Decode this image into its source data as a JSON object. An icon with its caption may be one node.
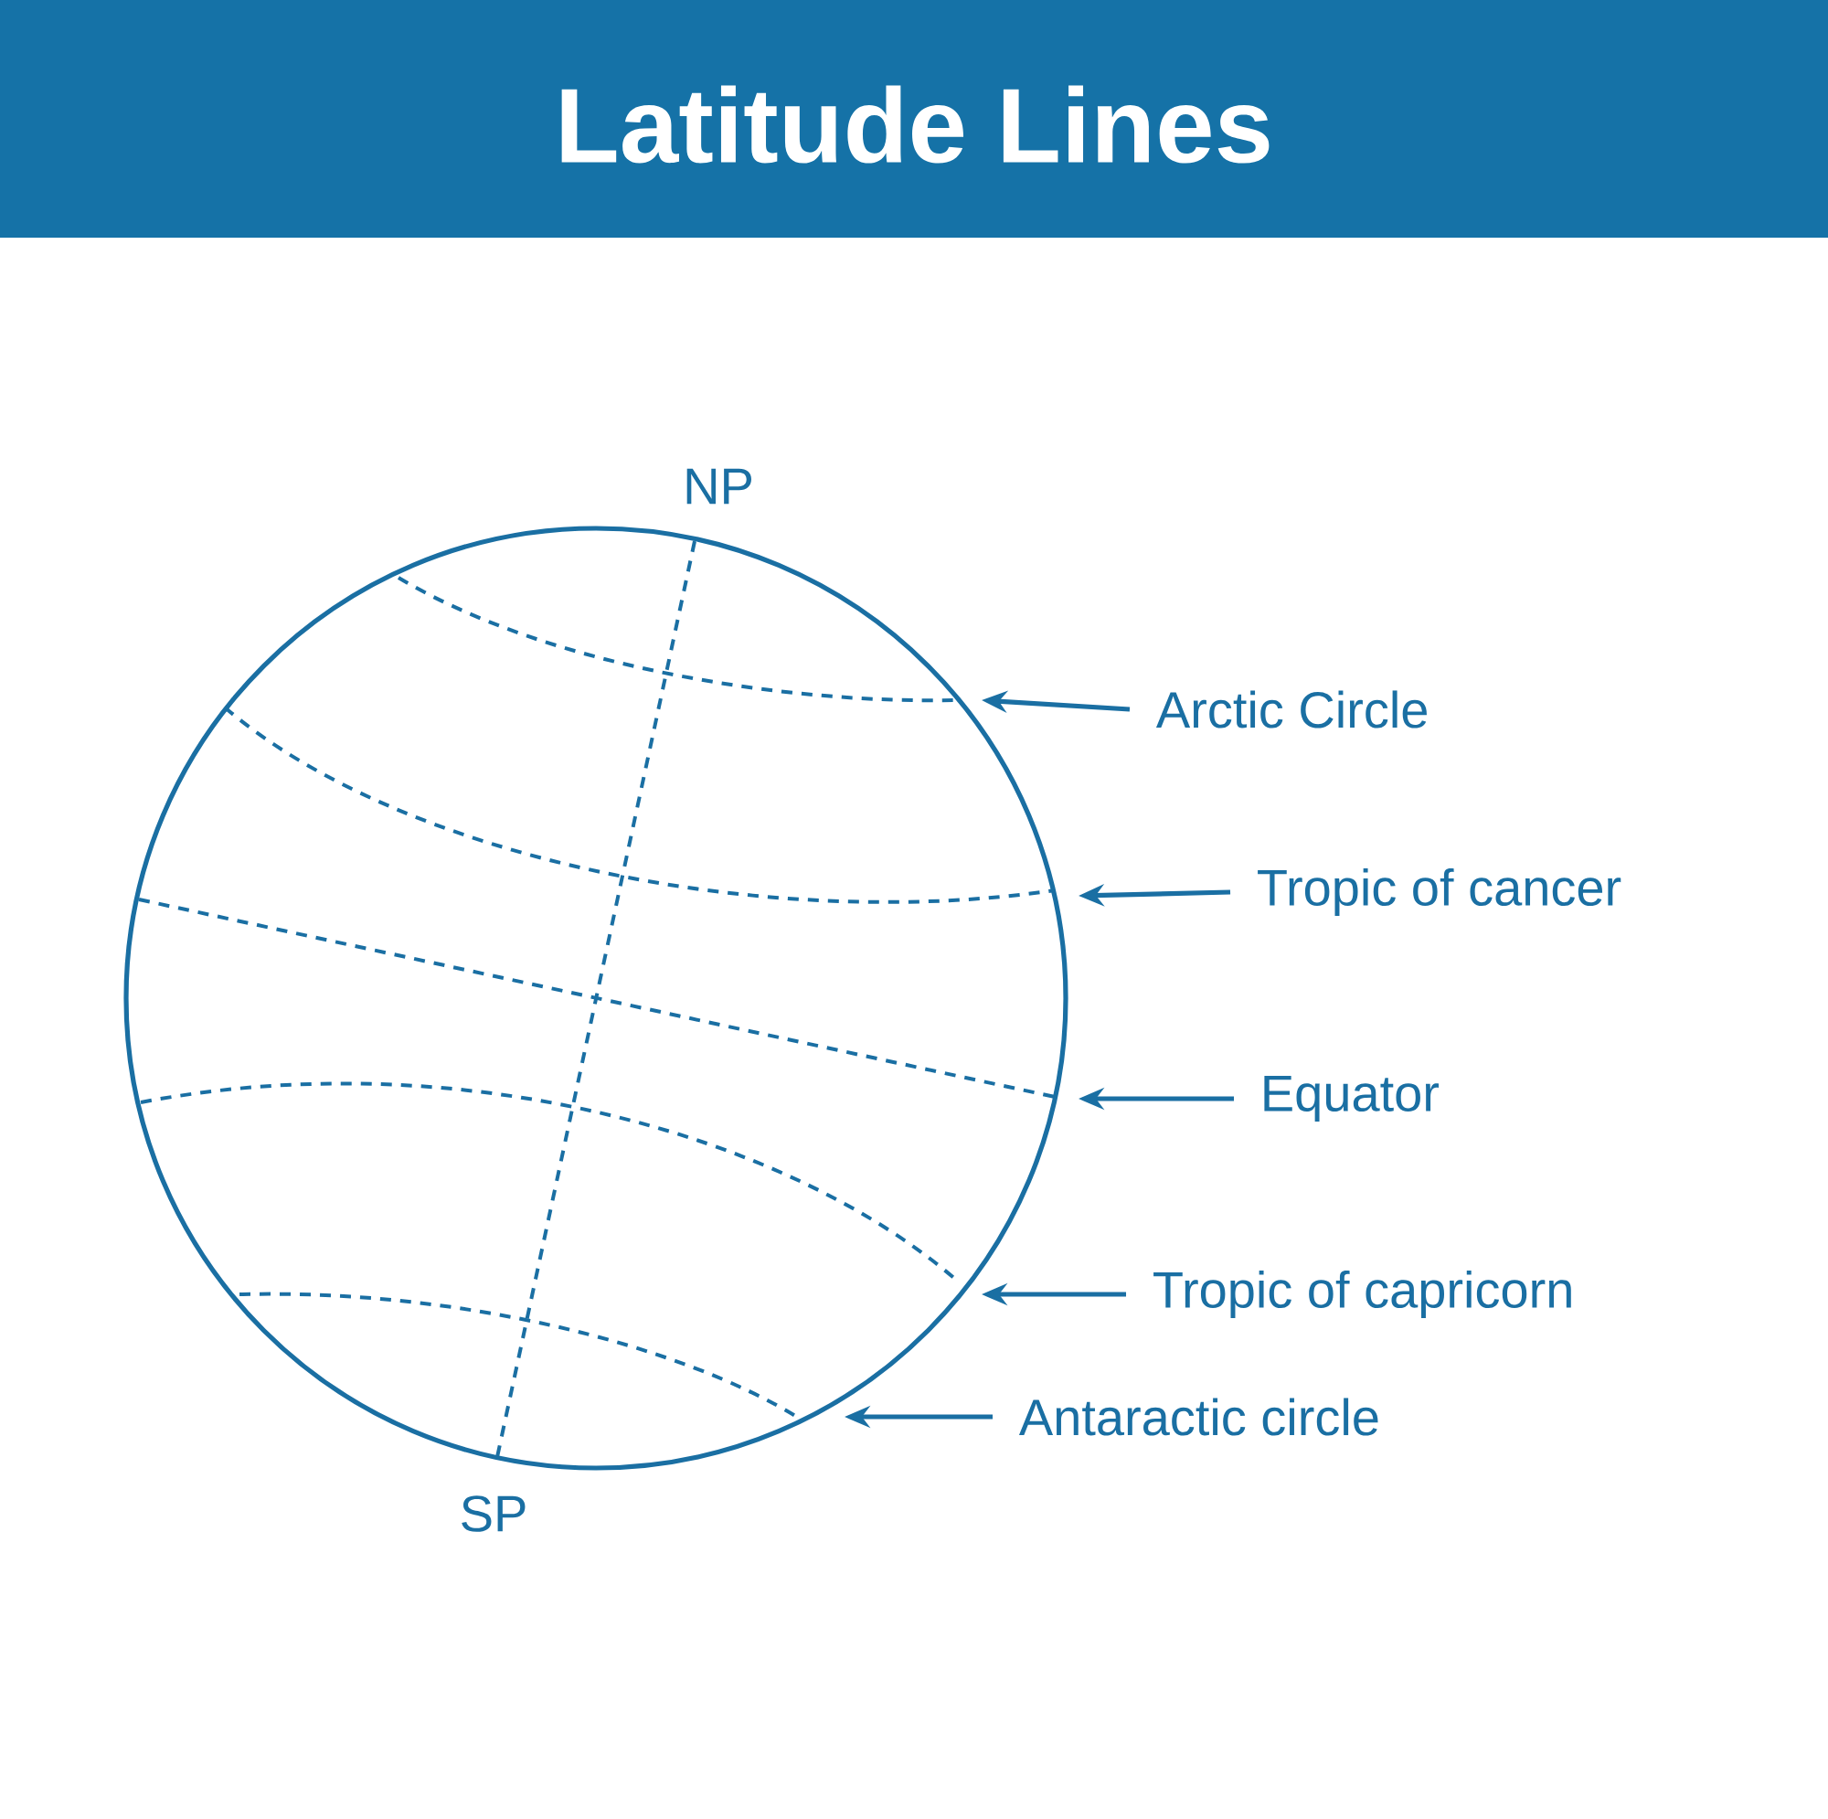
{
  "diagram": {
    "title": "Latitude Lines",
    "nodes": [
      {
        "text": [
          "Arctic Circle"
        ]
      },
      {
        "text": [
          "Tropic of cancer"
        ]
      },
      {
        "text": [
          "Equator"
        ]
      },
      {
        "text": [
          "Tropic of capricorn"
        ]
      },
      {
        "text": [
          "Antaractic circle"
        ]
      }
    ],
    "edges": [
      {
        "from": 0,
        "to": null,
        "arrow": "to"
      },
      {
        "from": 1,
        "to": null,
        "arrow": "to"
      },
      {
        "from": 2,
        "to": null,
        "arrow": "to"
      },
      {
        "from": 3,
        "to": null,
        "arrow": "to"
      },
      {
        "from": 4,
        "to": null,
        "arrow": "to"
      }
    ],
    "labels": [
      "NP",
      "SP"
    ]
  }
}
